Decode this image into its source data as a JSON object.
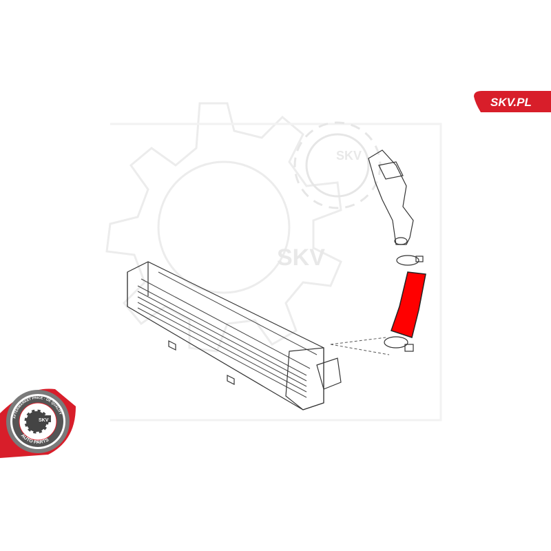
{
  "brand": {
    "site_label": "SKV.PL",
    "accent_color": "#d81e2a"
  },
  "watermark": {
    "text_small": "SKV",
    "text_large": "SKV"
  },
  "badge": {
    "ring_text_top": "AFTERMARKET PRICE · OE QUALITY",
    "ring_text_bottom": "AUTO PARTS",
    "center_text": "SKV"
  },
  "part": {
    "highlight_color": "#ff0000"
  }
}
